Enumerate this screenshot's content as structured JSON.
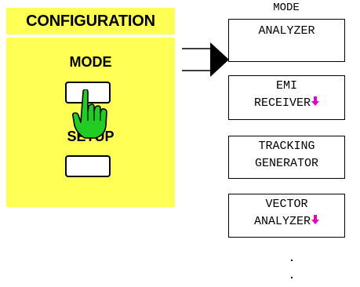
{
  "panel": {
    "title": "CONFIGURATION",
    "mode_label": "MODE",
    "setup_label": "SETUP"
  },
  "softkeys": {
    "caption": "MODE",
    "items": [
      {
        "line1": "ANALYZER",
        "line2": "",
        "has_submenu": false
      },
      {
        "line1": "EMI",
        "line2": "RECEIVER",
        "has_submenu": true
      },
      {
        "line1": "TRACKING",
        "line2": "GENERATOR",
        "has_submenu": false
      },
      {
        "line1": "VECTOR",
        "line2": "ANALYZER",
        "has_submenu": true
      }
    ],
    "continuation": ".",
    "submenu_icon": "submenu-arrow-icon"
  },
  "colors": {
    "panel_bg": "#ffff55",
    "hand": "#22cc22",
    "submenu_arrow": "#e000c0"
  }
}
